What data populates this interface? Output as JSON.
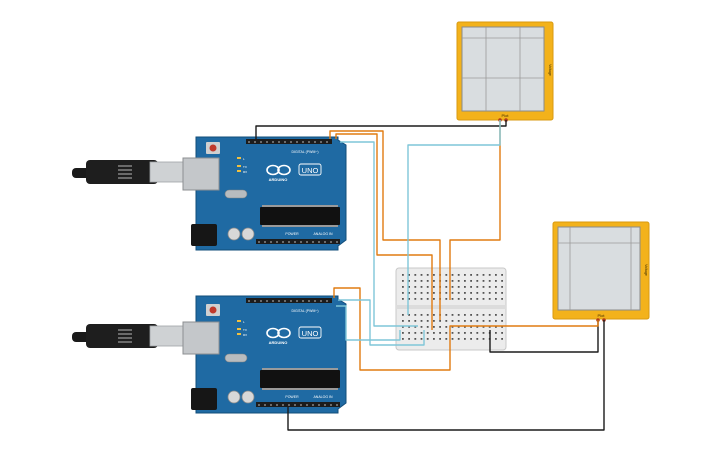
{
  "arduinos": [
    {
      "id": "arduino-1",
      "brand": "ARDUINO",
      "model": "UNO",
      "digital_label": "DIGITAL (PWM~)",
      "power_label": "POWER",
      "analog_label": "ANALOG IN",
      "tx_label": "TX",
      "rx_label": "RX",
      "l_label": "L"
    },
    {
      "id": "arduino-2",
      "brand": "ARDUINO",
      "model": "UNO",
      "digital_label": "DIGITAL (PWM~)",
      "power_label": "POWER",
      "analog_label": "ANALOG IN",
      "tx_label": "TX",
      "rx_label": "RX",
      "l_label": "L"
    }
  ],
  "oscilloscopes": [
    {
      "id": "scope-1",
      "probe_label": "Plot",
      "side_label": "Voltage"
    },
    {
      "id": "scope-2",
      "probe_label": "Plot",
      "side_label": "Voltage"
    }
  ],
  "wire_colors": {
    "orange": "#e07b10",
    "cyan": "#7fc6d8",
    "black": "#1b1b1b"
  },
  "colors": {
    "board": "#1f6aa3",
    "board_dark": "#124d7a",
    "header": "#1c1c1c",
    "scope_frame": "#f3b21b",
    "scope_screen": "#d9dde0",
    "breadboard": "#ececec"
  }
}
